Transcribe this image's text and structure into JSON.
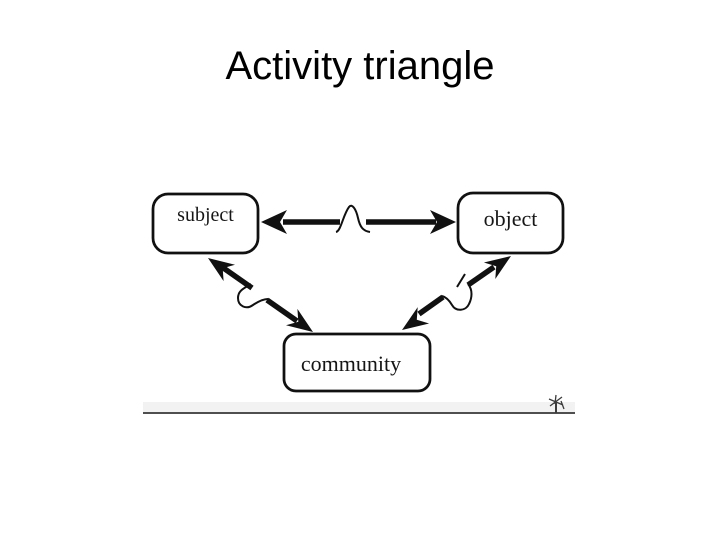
{
  "slide": {
    "title": "Activity triangle",
    "background_color": "#ffffff",
    "title_color": "#000000"
  },
  "diagram": {
    "nodes": [
      {
        "id": "subject",
        "label": "subject"
      },
      {
        "id": "object",
        "label": "object"
      },
      {
        "id": "community",
        "label": "community"
      }
    ],
    "edges": [
      {
        "from": "subject",
        "to": "object",
        "arrow": "double-headed",
        "break_mark": "hump"
      },
      {
        "from": "subject",
        "to": "community",
        "arrow": "double-headed",
        "break_mark": "squiggle"
      },
      {
        "from": "object",
        "to": "community",
        "arrow": "double-headed",
        "break_mark": "squiggle"
      }
    ],
    "stroke_color": "#111111",
    "node_fill": "#ffffff",
    "label_color": "#161616"
  },
  "footer": {
    "band_color": "#f2f2f2",
    "line_color": "#4f4f4f",
    "icon": "scan-mark"
  }
}
